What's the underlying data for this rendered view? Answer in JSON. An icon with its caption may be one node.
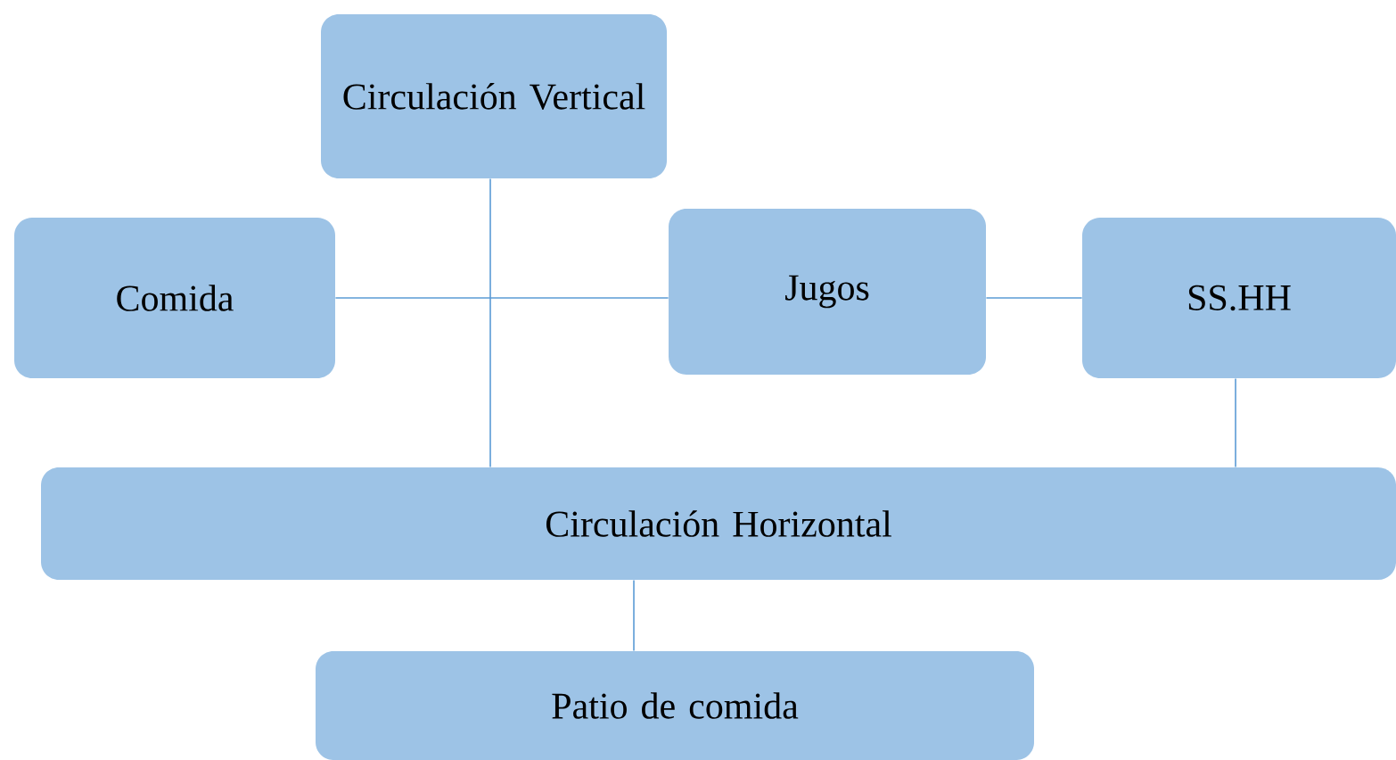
{
  "diagram": {
    "nodes": [
      {
        "text": [
          "Circulación Vertical"
        ]
      },
      {
        "text": [
          "Comida"
        ]
      },
      {
        "text": [
          "Jugos"
        ]
      },
      {
        "text": [
          "SS.HH"
        ]
      },
      {
        "text": [
          "Circulación Horizontal"
        ]
      },
      {
        "text": [
          "Patio de comida"
        ]
      }
    ],
    "edges": [
      {
        "from": 0,
        "to": 4,
        "arrow": "none"
      },
      {
        "from": 1,
        "to": 2,
        "arrow": "none"
      },
      {
        "from": 2,
        "to": 3,
        "arrow": "none"
      },
      {
        "from": 3,
        "to": 4,
        "arrow": "none"
      },
      {
        "from": 4,
        "to": 5,
        "arrow": "none"
      }
    ]
  }
}
